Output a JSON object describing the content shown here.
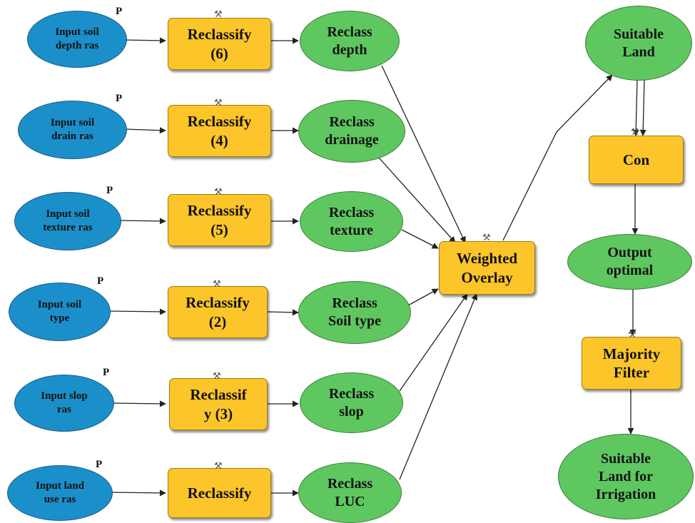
{
  "inputs": [
    {
      "id": "in1",
      "label1": "Input soil",
      "label2": "depth ras"
    },
    {
      "id": "in2",
      "label1": "Input soil",
      "label2": "drain ras"
    },
    {
      "id": "in3",
      "label1": "Input soil",
      "label2": "texture ras"
    },
    {
      "id": "in4",
      "label1": "Input soil",
      "label2": "type"
    },
    {
      "id": "in5",
      "label1": "Input slop",
      "label2": "ras"
    },
    {
      "id": "in6",
      "label1": "Input land",
      "label2": "use ras"
    }
  ],
  "parameter_marker": "P",
  "tools": [
    {
      "id": "t1",
      "label1": "Reclassify",
      "label2": "(6)"
    },
    {
      "id": "t2",
      "label1": "Reclassify",
      "label2": "(4)"
    },
    {
      "id": "t3",
      "label1": "Reclassify",
      "label2": "(5)"
    },
    {
      "id": "t4",
      "label1": "Reclassify",
      "label2": "(2)"
    },
    {
      "id": "t5",
      "label1": "Reclassif",
      "label2": "y (3)"
    },
    {
      "id": "t6",
      "label1": "Reclassify",
      "label2": ""
    }
  ],
  "reclass_outputs": [
    {
      "id": "r1",
      "label1": "Reclass",
      "label2": "depth"
    },
    {
      "id": "r2",
      "label1": "Reclass",
      "label2": "drainage"
    },
    {
      "id": "r3",
      "label1": "Reclass",
      "label2": "texture"
    },
    {
      "id": "r4",
      "label1": "Reclass",
      "label2": "Soil type"
    },
    {
      "id": "r5",
      "label1": "Reclass",
      "label2": "slop"
    },
    {
      "id": "r6",
      "label1": "Reclass",
      "label2": "LUC"
    }
  ],
  "weighted_overlay": {
    "label1": "Weighted",
    "label2": "Overlay"
  },
  "suitable_land": {
    "label1": "Suitable",
    "label2": "Land"
  },
  "con_tool": {
    "label1": "Con"
  },
  "output_optimal": {
    "label1": "Output",
    "label2": "optimal"
  },
  "majority_filter": {
    "label1": "Majority",
    "label2": "Filter"
  },
  "final_output": {
    "label1": "Suitable",
    "label2": "Land for",
    "label3": "Irrigation"
  },
  "colors": {
    "input_fill": "#1b8fc9",
    "derived_fill": "#5fc760",
    "tool_fill": "#fcc52a",
    "connector": "#222222"
  },
  "icons": {
    "tool_icon": "hammer-icon"
  }
}
